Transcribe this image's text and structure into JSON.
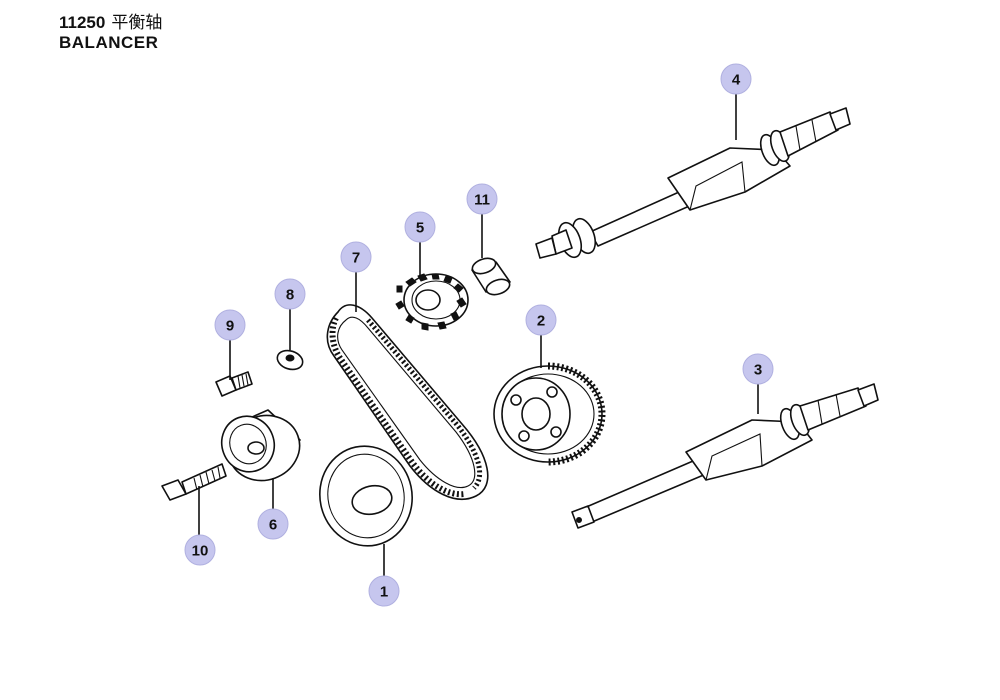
{
  "header": {
    "code": "11250",
    "name_cn": "平衡轴",
    "name_en": "BALANCER"
  },
  "callouts": [
    {
      "id": "1",
      "label": "1"
    },
    {
      "id": "2",
      "label": "2"
    },
    {
      "id": "3",
      "label": "3"
    },
    {
      "id": "4",
      "label": "4"
    },
    {
      "id": "5",
      "label": "5"
    },
    {
      "id": "6",
      "label": "6"
    },
    {
      "id": "7",
      "label": "7"
    },
    {
      "id": "8",
      "label": "8"
    },
    {
      "id": "9",
      "label": "9"
    },
    {
      "id": "10",
      "label": "10"
    },
    {
      "id": "11",
      "label": "11"
    }
  ],
  "colors": {
    "callout_fill": "#c6c6ee",
    "line": "#111111",
    "background": "#ffffff"
  }
}
